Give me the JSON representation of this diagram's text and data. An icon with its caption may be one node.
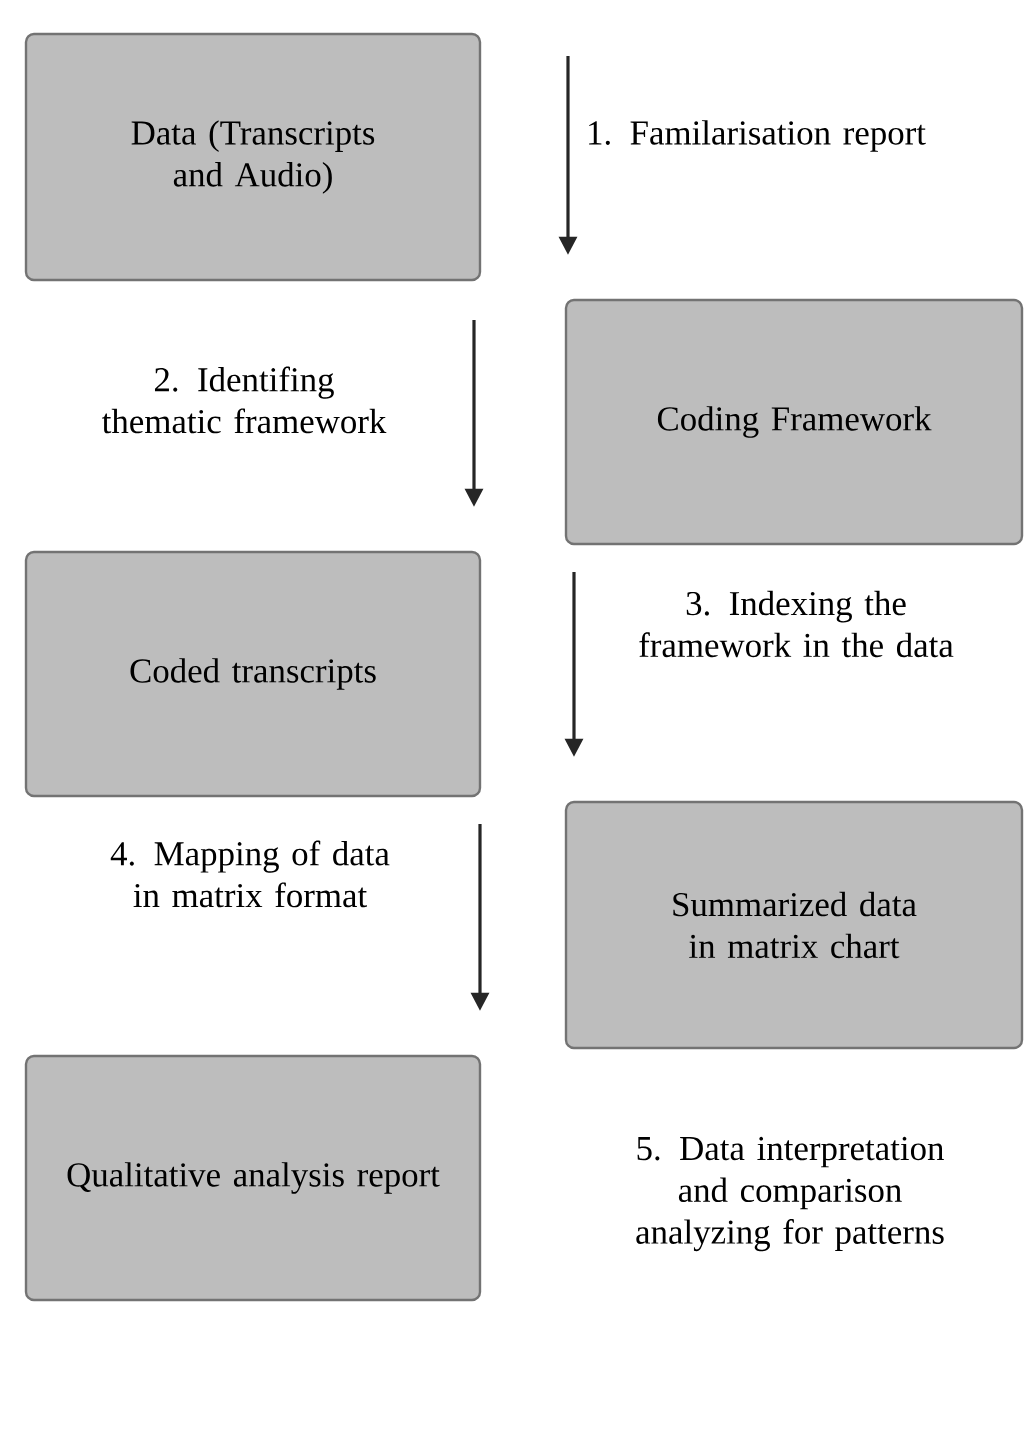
{
  "diagram": {
    "nodes": [
      {
        "text": [
          "Data (Transcripts and Audio)"
        ]
      },
      {
        "text": [
          "Coding Framework"
        ]
      },
      {
        "text": [
          "Coded transcripts"
        ]
      },
      {
        "text": [
          "Summarized data in matrix chart"
        ]
      },
      {
        "text": [
          "Qualitative analysis report"
        ]
      }
    ],
    "edges": [
      {
        "from": null,
        "to": 1,
        "arrow": "to",
        "label": "1.  Familarisation report"
      },
      {
        "from": null,
        "to": 2,
        "arrow": "to",
        "label": "2. Identifing thematic framework"
      },
      {
        "from": null,
        "to": 3,
        "arrow": "to",
        "label": "3. Indexing the framework in the data"
      },
      {
        "from": null,
        "to": 4,
        "arrow": "to",
        "label": "4. Mapping of data in matrix format"
      }
    ],
    "labels": [
      "5. Data interpretation and comparison analyzing for patterns"
    ]
  }
}
